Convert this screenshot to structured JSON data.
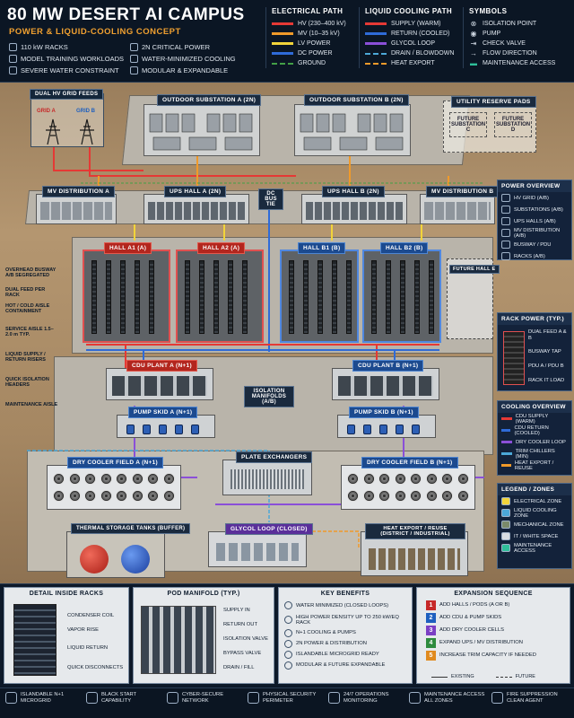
{
  "header": {
    "title": "80 MW DESERT AI CAMPUS",
    "subtitle": "POWER & LIQUID-COOLING CONCEPT",
    "features": [
      "110 kW RACKS",
      "2N CRITICAL POWER",
      "MODEL TRAINING WORKLOADS",
      "WATER-MINIMIZED COOLING",
      "SEVERE WATER CONSTRAINT",
      "MODULAR & EXPANDABLE"
    ]
  },
  "legend": {
    "electrical": {
      "title": "ELECTRICAL PATH",
      "items": [
        {
          "label": "HV (230–400 kV)",
          "color": "#e53935"
        },
        {
          "label": "MV (10–35 kV)",
          "color": "#f09a2a"
        },
        {
          "label": "LV POWER",
          "color": "#f2d43a"
        },
        {
          "label": "DC POWER",
          "color": "#2f6bd8"
        },
        {
          "label": "GROUND",
          "color": "#43a047"
        }
      ]
    },
    "cooling": {
      "title": "LIQUID COOLING PATH",
      "items": [
        {
          "label": "SUPPLY (WARM)",
          "color": "#e53935"
        },
        {
          "label": "RETURN (COOLED)",
          "color": "#2f6bd8"
        },
        {
          "label": "GLYCOL LOOP",
          "color": "#8a4fd8"
        },
        {
          "label": "DRAIN / BLOWDOWN",
          "color": "#4ca8d8"
        },
        {
          "label": "HEAT EXPORT",
          "color": "#f09a2a"
        }
      ]
    },
    "symbols": {
      "title": "SYMBOLS",
      "items": [
        {
          "label": "ISOLATION POINT",
          "icon": "isolation-point-icon"
        },
        {
          "label": "PUMP",
          "icon": "pump-icon"
        },
        {
          "label": "CHECK VALVE",
          "icon": "check-valve-icon"
        },
        {
          "label": "FLOW DIRECTION",
          "icon": "flow-arrow-icon"
        },
        {
          "label": "MAINTENANCE ACCESS",
          "icon": "maintenance-access-icon"
        }
      ]
    }
  },
  "scene": {
    "grid_feeds": {
      "title": "DUAL HV GRID FEEDS",
      "a": "GRID A",
      "b": "GRID B"
    },
    "substation_a": "OUTDOOR SUBSTATION A (2N)",
    "substation_b": "OUTDOOR SUBSTATION B (2N)",
    "reserve": {
      "title": "UTILITY RESERVE PADS",
      "c": "FUTURE SUBSTATION C",
      "d": "FUTURE SUBSTATION D"
    },
    "mv_a": "MV DISTRIBUTION A",
    "mv_b": "MV DISTRIBUTION B",
    "ups_a": "UPS HALL A (2N)",
    "ups_b": "UPS HALL B (2N)",
    "dc_tie": "DC BUS TIE",
    "halls": [
      "HALL A1 (A)",
      "HALL A2 (A)",
      "HALL B1 (B)",
      "HALL B2 (B)"
    ],
    "future_hall": "FUTURE HALL E",
    "cdu_a": "CDU PLANT A (N+1)",
    "cdu_b": "CDU PLANT B (N+1)",
    "iso_manifold": "ISOLATION MANIFOLDS (A/B)",
    "pump_a": "PUMP SKID A (N+1)",
    "pump_b": "PUMP SKID B (N+1)",
    "plate": "PLATE EXCHANGERS",
    "dry_a": "DRY COOLER FIELD A (N+1)",
    "dry_b": "DRY COOLER FIELD B (N+1)",
    "glycol": "GLYCOL LOOP (CLOSED)",
    "thermal": "THERMAL STORAGE TANKS (BUFFER)",
    "heat_export": "HEAT EXPORT / REUSE (DISTRICT / INDUSTRIAL)",
    "callouts": [
      "OVERHEAD BUSWAY A/B SEGREGATED",
      "DUAL FEED PER RACK",
      "HOT / COLD AISLE CONTAINMENT",
      "SERVICE AISLE 1.5–2.0 m TYP.",
      "LIQUID SUPPLY / RETURN RISERS",
      "QUICK ISOLATION HEADERS",
      "MAINTENANCE AISLE"
    ]
  },
  "right_panel": {
    "power": {
      "title": "POWER OVERVIEW",
      "items": [
        "HV GRID (A/B)",
        "SUBSTATIONS (A/B)",
        "UPS HALLS (A/B)",
        "MV DISTRIBUTION (A/B)",
        "BUSWAY / PDU",
        "RACKS (A/B)"
      ]
    },
    "rack": {
      "title": "RACK POWER (TYP.)",
      "items": [
        "DUAL FEED A & B",
        "BUSWAY TAP",
        "PDU A / PDU B",
        "RACK IT LOAD"
      ]
    },
    "cooling": {
      "title": "COOLING OVERVIEW",
      "items": [
        {
          "label": "CDU SUPPLY (WARM)",
          "color": "#e53935"
        },
        {
          "label": "CDU RETURN (COOLED)",
          "color": "#2f6bd8"
        },
        {
          "label": "DRY COOLER LOOP",
          "color": "#8a4fd8"
        },
        {
          "label": "TRIM CHILLERS (MIN)",
          "color": "#4ca8d8"
        },
        {
          "label": "HEAT EXPORT / REUSE",
          "color": "#f09a2a"
        }
      ]
    },
    "zones": {
      "title": "LEGEND / ZONES",
      "items": [
        {
          "label": "ELECTRICAL ZONE",
          "color": "#f2d43a"
        },
        {
          "label": "LIQUID COOLING ZONE",
          "color": "#4ca8d8"
        },
        {
          "label": "MECHANICAL ZONE",
          "color": "#7a8a6a"
        },
        {
          "label": "IT / WHITE SPACE",
          "color": "#d8dde2"
        },
        {
          "label": "MAINTENANCE ACCESS",
          "color": "#2fbf9a"
        }
      ]
    }
  },
  "footer": {
    "detail": {
      "title": "DETAIL INSIDE RACKS",
      "items": [
        "CONDENSER COIL",
        "VAPOR RISE",
        "LIQUID RETURN",
        "QUICK DISCONNECTS"
      ]
    },
    "pod": {
      "title": "POD MANIFOLD (TYP.)",
      "items": [
        "SUPPLY IN",
        "RETURN OUT",
        "ISOLATION VALVE",
        "BYPASS VALVE",
        "DRAIN / FILL"
      ]
    },
    "benefits": {
      "title": "KEY BENEFITS",
      "items": [
        "WATER MINIMIZED (CLOSED LOOPS)",
        "HIGH POWER DENSITY UP TO 250 kW/EQ RACK",
        "N+1 COOLING & PUMPS",
        "2N POWER & DISTRIBUTION",
        "ISLANDABLE MICROGRID READY",
        "MODULAR & FUTURE EXPANDABLE"
      ]
    },
    "expansion": {
      "title": "EXPANSION SEQUENCE",
      "steps": [
        {
          "n": "1",
          "label": "ADD HALLS / PODS (A OR B)",
          "color": "#c62828"
        },
        {
          "n": "2",
          "label": "ADD CDU & PUMP SKIDS",
          "color": "#1e5fbf"
        },
        {
          "n": "3",
          "label": "ADD DRY COOLER CELLS",
          "color": "#7b3fc4"
        },
        {
          "n": "4",
          "label": "EXPAND UPS / MV DISTRIBUTION",
          "color": "#2e8b3e"
        },
        {
          "n": "5",
          "label": "INCREASE TRIM CAPACITY IF NEEDED",
          "color": "#e08a1e"
        }
      ],
      "existing": "EXISTING",
      "future": "FUTURE"
    }
  },
  "bottom_bar": [
    "ISLANDABLE N+1 MICROGRID",
    "BLACK START CAPABILITY",
    "CYBER-SECURE NETWORK",
    "PHYSICAL SECURITY PERIMETER",
    "24/7 OPERATIONS MONITORING",
    "MAINTENANCE ACCESS ALL ZONES",
    "FIRE SUPPRESSION CLEAN AGENT"
  ]
}
